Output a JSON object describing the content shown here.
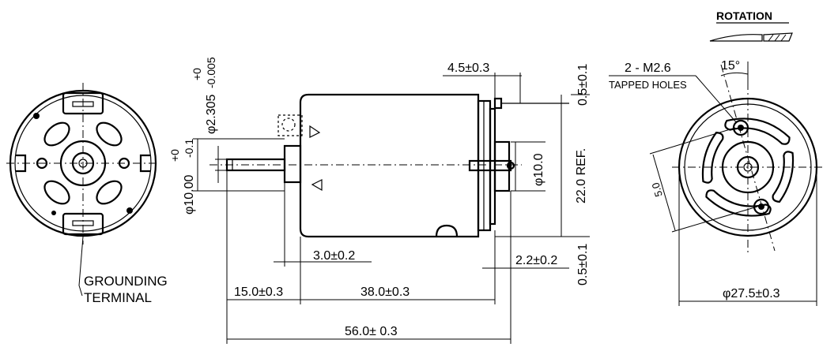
{
  "left_view": {
    "grounding_label_line1": "GROUNDING",
    "grounding_label_line2": "TERMINAL"
  },
  "side_view": {
    "dim_shaft_dia": "φ10.00",
    "dim_shaft_tol_plus": "+0",
    "dim_shaft_tol_minus": "-0.1",
    "dim_bushing_dia": "φ2.305",
    "dim_bushing_tol_plus": "+0",
    "dim_bushing_tol_minus": "-0.005",
    "dim_top_offset": "4.5±0.3",
    "dim_top_right": "0.5±0.1",
    "dim_boss_dia": "φ10.0",
    "dim_ref": "22.0 REF.",
    "dim_3": "3.0±0.2",
    "dim_2_2": "2.2±0.2",
    "dim_bottom_right": "0.5±0.1",
    "dim_15": "15.0±0.3",
    "dim_38": "38.0±0.3",
    "dim_56": "56.0± 0.3"
  },
  "right_view": {
    "rotation_label": "ROTATION",
    "tapped_holes_count": "2 - M2.6",
    "tapped_holes_label": "TAPPED HOLES",
    "angle_label": "15°",
    "pitch_label": "5.0",
    "outer_dia": "φ27.5±0.3"
  }
}
